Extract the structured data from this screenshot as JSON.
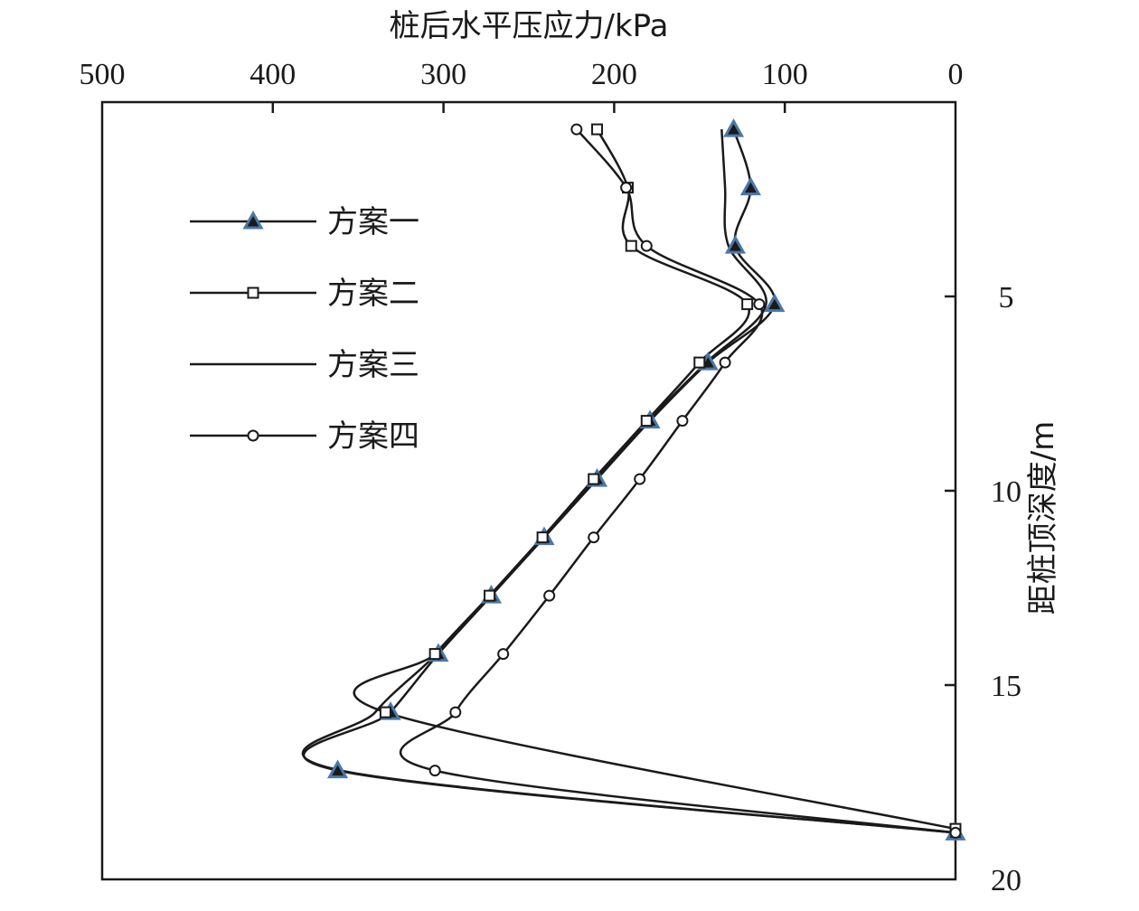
{
  "chart_data": {
    "type": "line",
    "xlabel": "桩后水平压应力/kPa",
    "ylabel": "距桩顶深度/m",
    "xlim": [
      500,
      0
    ],
    "ylim": [
      0,
      20
    ],
    "x_axis_position": "top",
    "y_axis_position": "right",
    "y_inverted": true,
    "x_ticks": [
      500,
      400,
      300,
      200,
      100,
      0
    ],
    "x_tick_labels": [
      "500",
      "400",
      "300",
      "200",
      "100",
      "0"
    ],
    "y_ticks": [
      5,
      10,
      15,
      20
    ],
    "y_tick_labels": [
      "5",
      "10",
      "15",
      "20"
    ],
    "grid": false,
    "legend_position": "upper-left",
    "series": [
      {
        "name": "方案一",
        "marker": "triangle",
        "marker_color": "#4a78a8",
        "depth": [
          0.7,
          2.2,
          3.7,
          5.2,
          6.7,
          8.2,
          9.7,
          11.2,
          12.7,
          14.2,
          15.7,
          17.2,
          18.8
        ],
        "pressure": [
          130,
          120,
          129,
          106,
          145,
          179,
          210,
          241,
          272,
          303,
          331,
          362,
          0
        ]
      },
      {
        "name": "方案二",
        "marker": "square",
        "marker_color": "#ffffff",
        "depth": [
          0.7,
          2.2,
          3.7,
          5.2,
          6.7,
          8.2,
          9.7,
          11.2,
          12.7,
          14.2,
          15.7,
          18.7
        ],
        "pressure": [
          210,
          192,
          190,
          122,
          150,
          181,
          212,
          242,
          273,
          305,
          334,
          0
        ]
      },
      {
        "name": "方案三",
        "marker": "none",
        "marker_color": "",
        "depth": [
          0.7,
          2.2,
          3.7,
          5.2,
          6.7,
          8.2,
          9.7,
          11.2,
          12.7,
          14.2,
          15.7,
          17.2,
          18.8
        ],
        "pressure": [
          137,
          135,
          133,
          111,
          146,
          180,
          211,
          242,
          273,
          304,
          340,
          360,
          0
        ]
      },
      {
        "name": "方案四",
        "marker": "circle",
        "marker_color": "#ffffff",
        "depth": [
          0.7,
          2.2,
          3.7,
          5.2,
          6.7,
          8.2,
          9.7,
          11.2,
          12.7,
          14.2,
          15.7,
          17.2,
          18.8
        ],
        "pressure": [
          222,
          193,
          181,
          115,
          135,
          160,
          185,
          212,
          238,
          265,
          293,
          305,
          0
        ]
      }
    ]
  }
}
